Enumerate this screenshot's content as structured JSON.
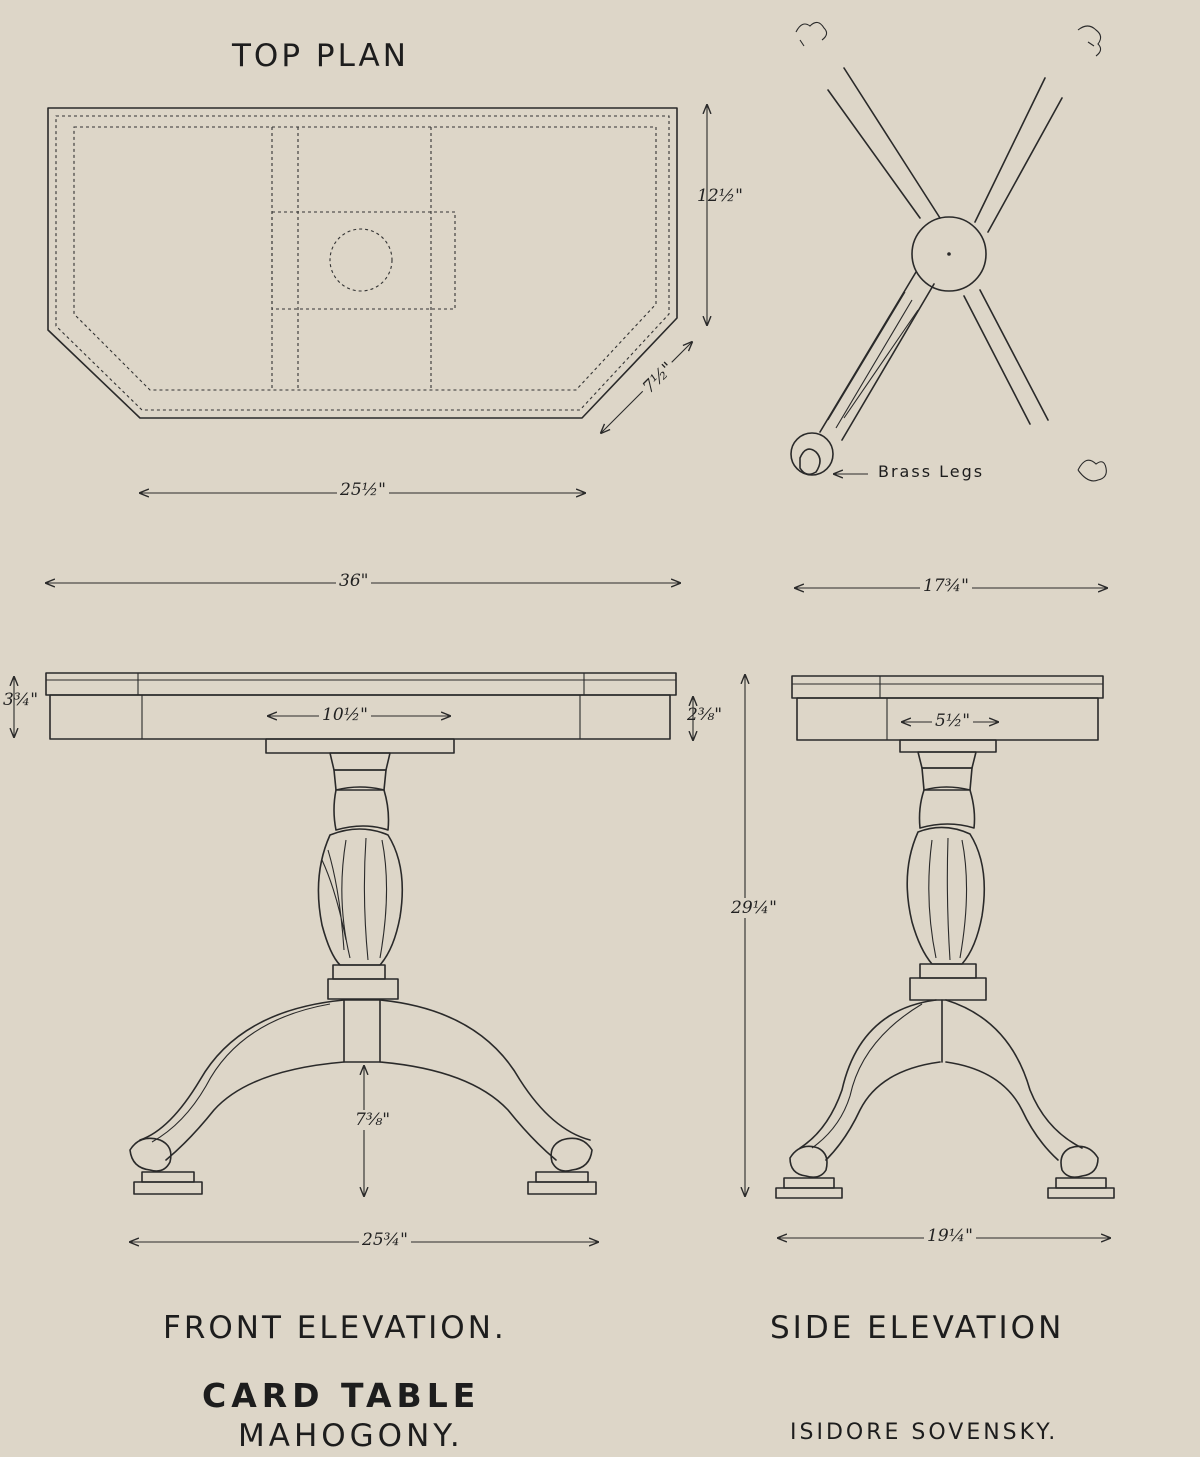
{
  "drawing": {
    "title": "CARD TABLE",
    "material": "MAHOGONY.",
    "artist": "ISIDORE SOVENSKY.",
    "views": {
      "top_plan": "TOP PLAN",
      "front_elevation": "FRONT ELEVATION.",
      "side_elevation": "SIDE ELEVATION"
    },
    "annotations": {
      "brass_legs": "Brass Legs"
    },
    "dimensions": {
      "top_depth": "12½\"",
      "top_corner": "7½\"",
      "top_inner_width": "25½\"",
      "overall_width": "36\"",
      "side_width": "17¾\"",
      "apron_height": "3¾\"",
      "drawer_width": "10½\"",
      "drawer_height": "2⅜\"",
      "overall_height": "29¼\"",
      "leg_height": "7⅜\"",
      "front_base_width": "25¾\"",
      "side_drawer_width": "5½\"",
      "side_base_width": "19¼\""
    },
    "colors": {
      "paper": "#ddd6c8",
      "ink": "#2a2a2a"
    }
  }
}
